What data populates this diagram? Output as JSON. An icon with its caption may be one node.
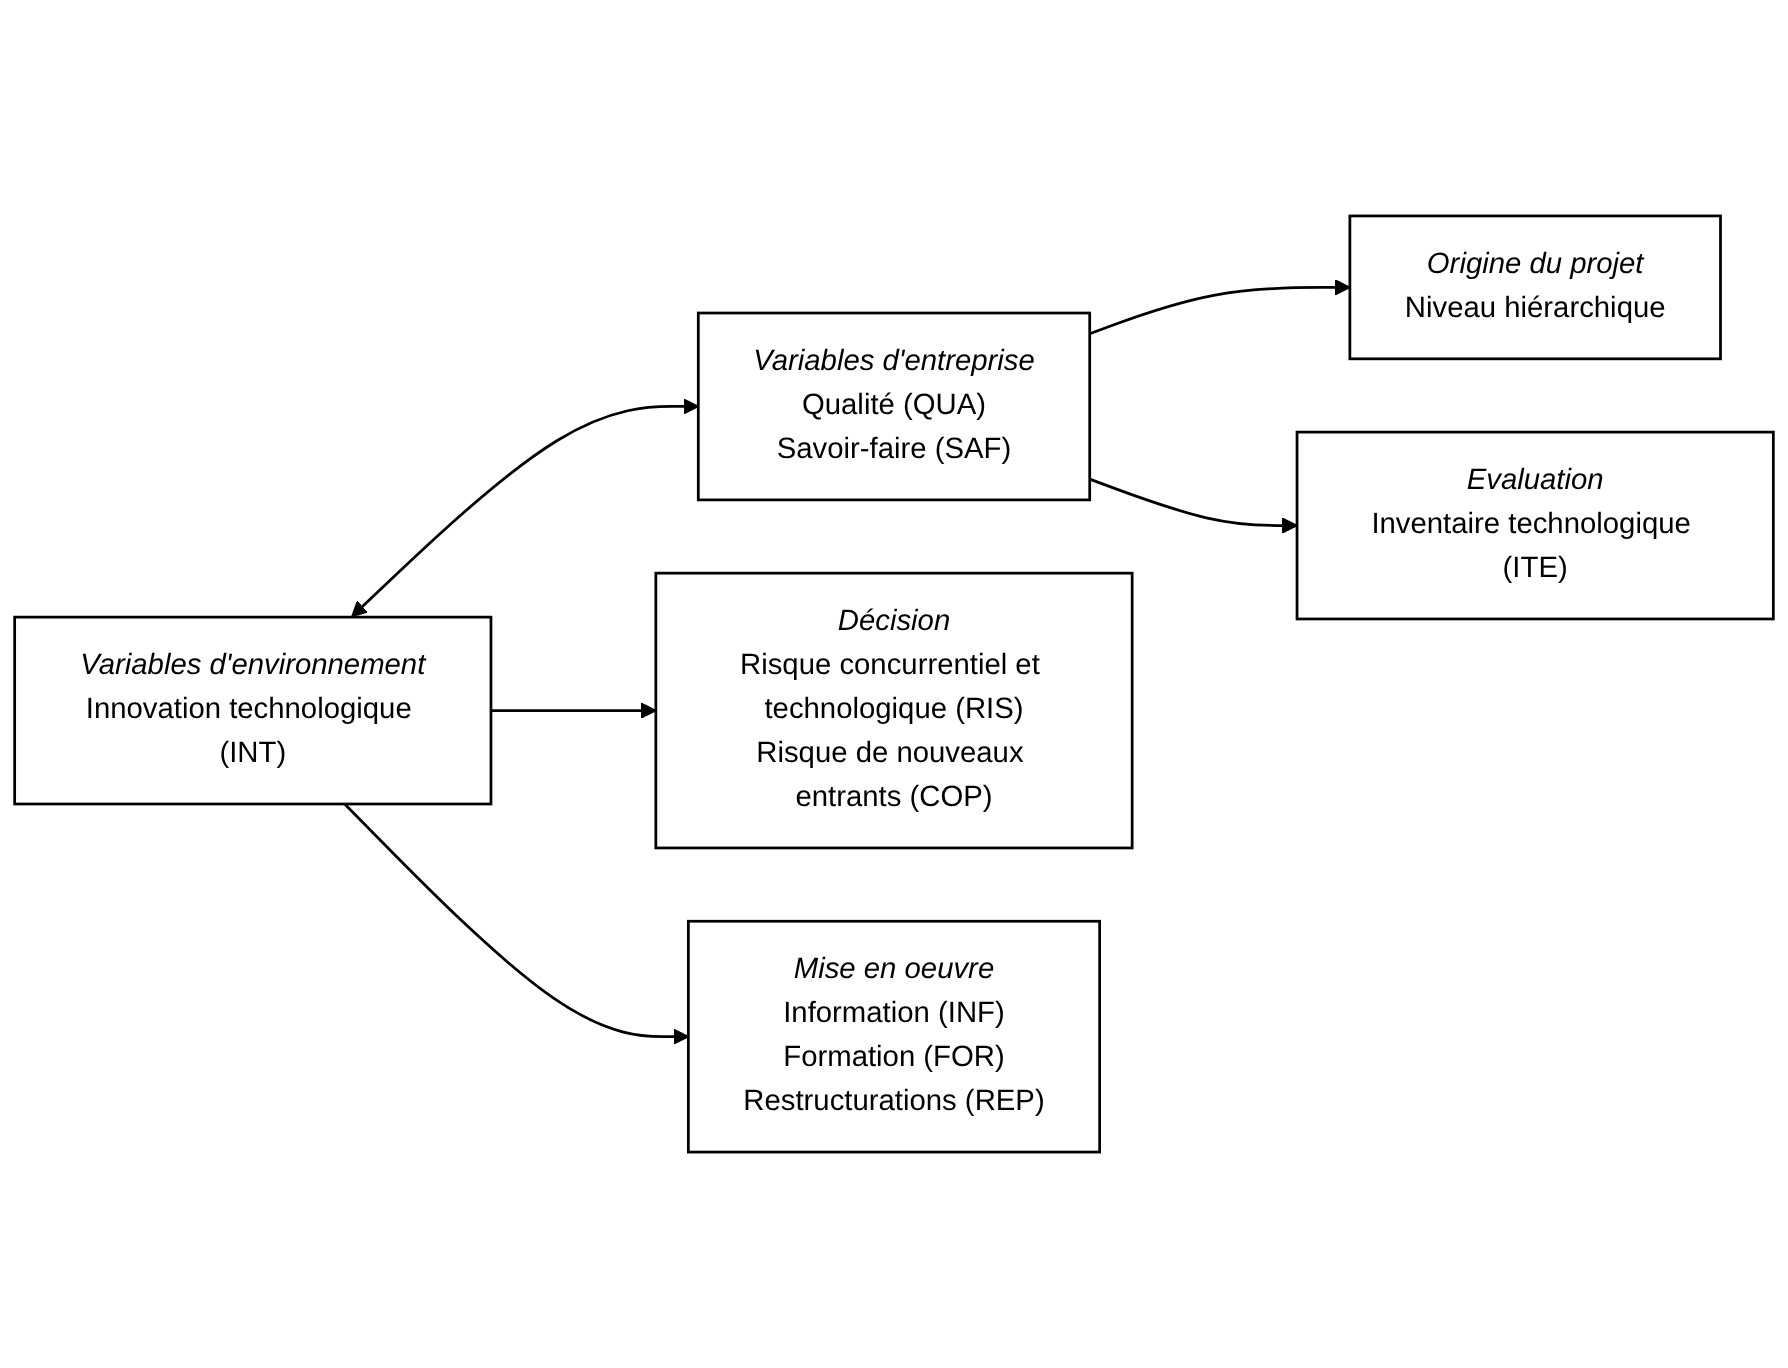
{
  "diagram": {
    "nodes": [
      {
        "text": [
          "Variables d'environnement",
          "Innovation technologique (INT)"
        ]
      },
      {
        "text": [
          "Variables d'entreprise",
          "Qualité (QUA)",
          "Savoir-faire (SAF)"
        ]
      },
      {
        "text": [
          "Origine du projet",
          "Niveau hiérarchique"
        ]
      },
      {
        "text": [
          "Evaluation",
          "Inventaire technologique (ITE)"
        ]
      },
      {
        "text": [
          "Décision",
          "Risque concurrentiel et technologique (RIS)",
          "Risque de nouveaux entrants (COP)"
        ]
      },
      {
        "text": [
          "Mise en oeuvre",
          "Information (INF)",
          "Formation (FOR)",
          "Restructurations (REP)"
        ]
      }
    ],
    "edges": [
      {
        "from": 0,
        "to": 1,
        "arrow": "both"
      },
      {
        "from": 0,
        "to": 4,
        "arrow": "to"
      },
      {
        "from": 0,
        "to": 5,
        "arrow": "to"
      },
      {
        "from": 1,
        "to": 2,
        "arrow": "to"
      },
      {
        "from": 1,
        "to": 3,
        "arrow": "to"
      }
    ]
  }
}
